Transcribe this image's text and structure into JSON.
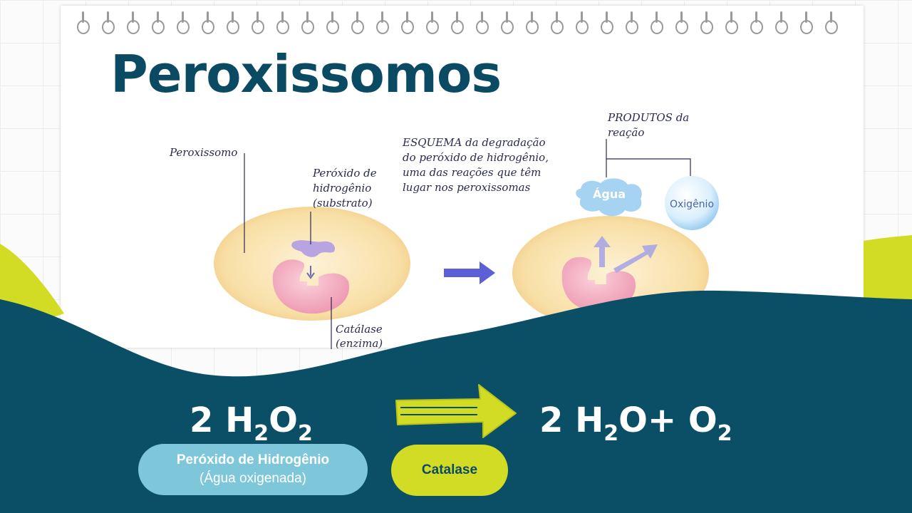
{
  "slide": {
    "title": "Peroxissomos",
    "colors": {
      "dark_teal": "#0b4a63",
      "lime": "#d2dc24",
      "light_blue": "#7ec7da"
    }
  },
  "diagram": {
    "labels": {
      "peroxissomo": "Peroxissomo",
      "peroxido_l1": "Peróxido de",
      "peroxido_l2": "hidrogênio",
      "peroxido_l3": "(substrato)",
      "catalase_l1": "Catálase",
      "catalase_l2": "(enzima)",
      "esquema_l1": "ESQUEMA da degradação",
      "esquema_l2": "do peróxido de hidrogênio,",
      "esquema_l3": "uma das reações que têm",
      "esquema_l4": "lugar nos peroxissomas",
      "produtos_l1": "PRODUTOS da",
      "produtos_l2": "reação",
      "agua": "Água",
      "oxigenio": "Oxigênio"
    }
  },
  "equation": {
    "reactant_coef": "2 H",
    "reactant_sub1": "2",
    "reactant_o": "O",
    "reactant_sub2": "2",
    "product_coef": "2 H",
    "product_sub1": "2",
    "product_rest": "O+ O",
    "product_sub2": "2"
  },
  "pills": {
    "h2o2_line1": "Peróxido de Hidrogênio",
    "h2o2_line2": "(Água oxigenada)",
    "catalase": "Catalase"
  }
}
